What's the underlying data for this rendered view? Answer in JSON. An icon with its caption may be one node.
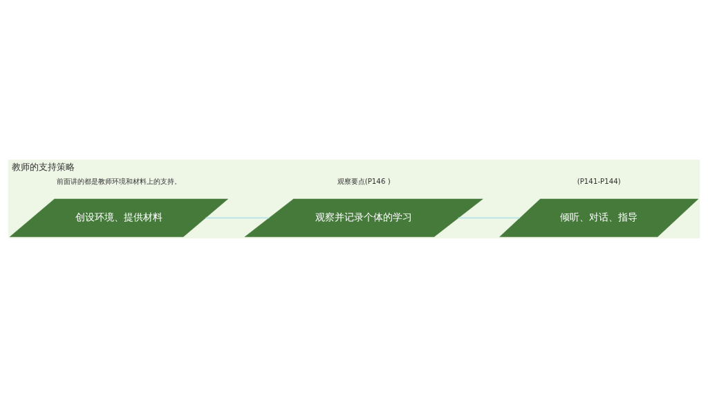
{
  "diagram": {
    "title": "教师的支持策略",
    "nodes": [
      {
        "text": [
          "创设环境、提供材料"
        ],
        "beside": [
          "前面讲的都是教师环境和材料上的支持。"
        ]
      },
      {
        "text": [
          "观察并记录个体的学习"
        ],
        "beside": [
          "观察要点(P146 )"
        ]
      },
      {
        "text": [
          "倾听、对话、指导"
        ],
        "beside": [
          "(P141-P144)"
        ]
      }
    ],
    "edges": [
      {
        "from": 0,
        "to": 1,
        "arrow": "none"
      },
      {
        "from": 1,
        "to": 2,
        "arrow": "none"
      }
    ]
  }
}
